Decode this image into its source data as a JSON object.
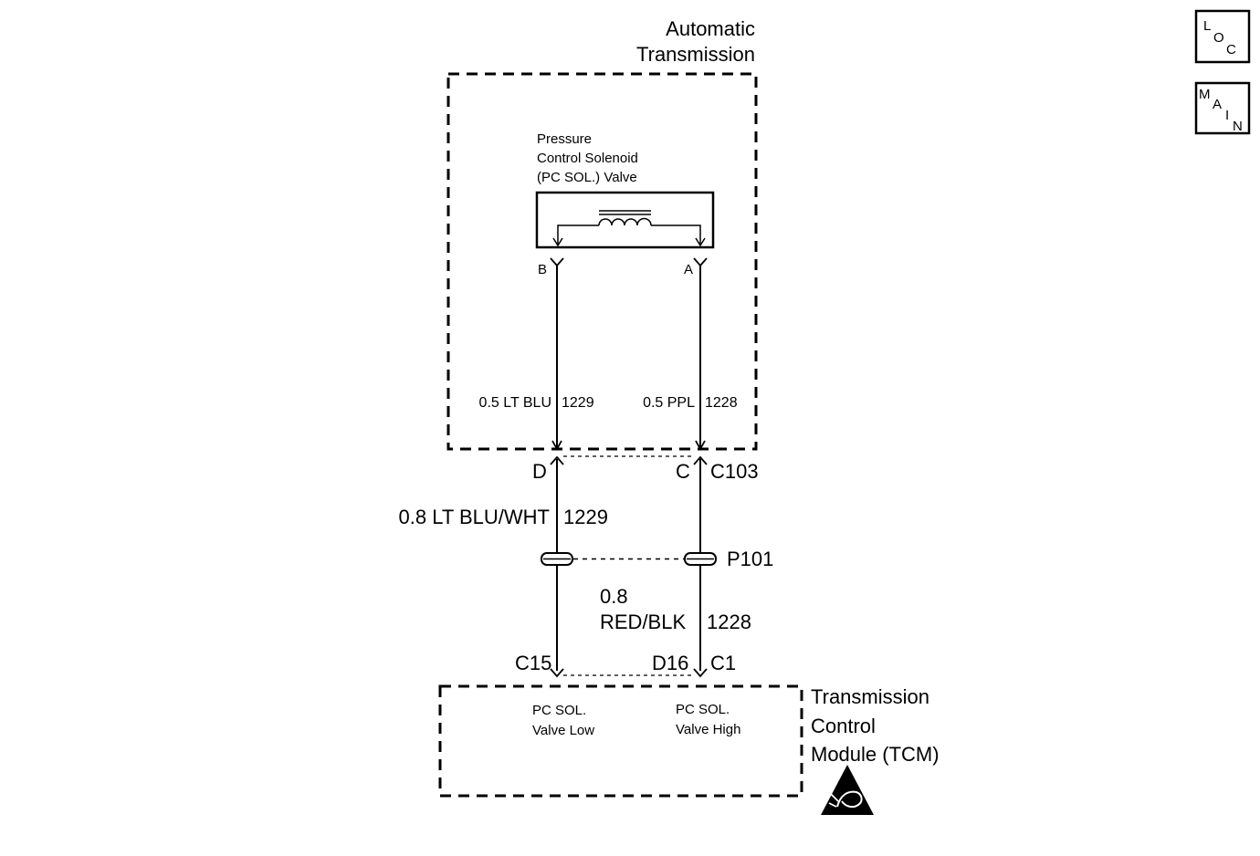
{
  "nav": {
    "loc": {
      "l1": "L",
      "l2": "O",
      "l3": "C"
    },
    "main": {
      "l1": "M",
      "l2": "A",
      "l3": "I",
      "l4": "N"
    }
  },
  "auto_trans": {
    "title_line1": "Automatic",
    "title_line2": "Transmission"
  },
  "solenoid": {
    "line1": "Pressure",
    "line2": "Control Solenoid",
    "line3": "(PC SOL.) Valve",
    "term_b": "B",
    "term_a": "A"
  },
  "wires_internal": {
    "left_label": "0.5 LT BLU",
    "left_circuit": "1229",
    "right_label": "0.5 PPL",
    "right_circuit": "1228"
  },
  "connector_c103": {
    "pin_left": "D",
    "pin_right": "C",
    "name": "C103"
  },
  "wire_left_ext": {
    "label": "0.8 LT BLU/WHT",
    "circuit": "1229"
  },
  "connector_p101": {
    "name": "P101"
  },
  "wire_right_ext": {
    "label_line1": "0.8",
    "label_line2": "RED/BLK",
    "circuit": "1228"
  },
  "tcm_connector": {
    "pin_left": "C15",
    "pin_right": "D16",
    "name": "C1"
  },
  "tcm": {
    "title_line1": "Transmission",
    "title_line2": "Control",
    "title_line3": "Module (TCM)",
    "low_line1": "PC SOL.",
    "low_line2": "Valve Low",
    "high_line1": "PC SOL.",
    "high_line2": "Valve High"
  }
}
